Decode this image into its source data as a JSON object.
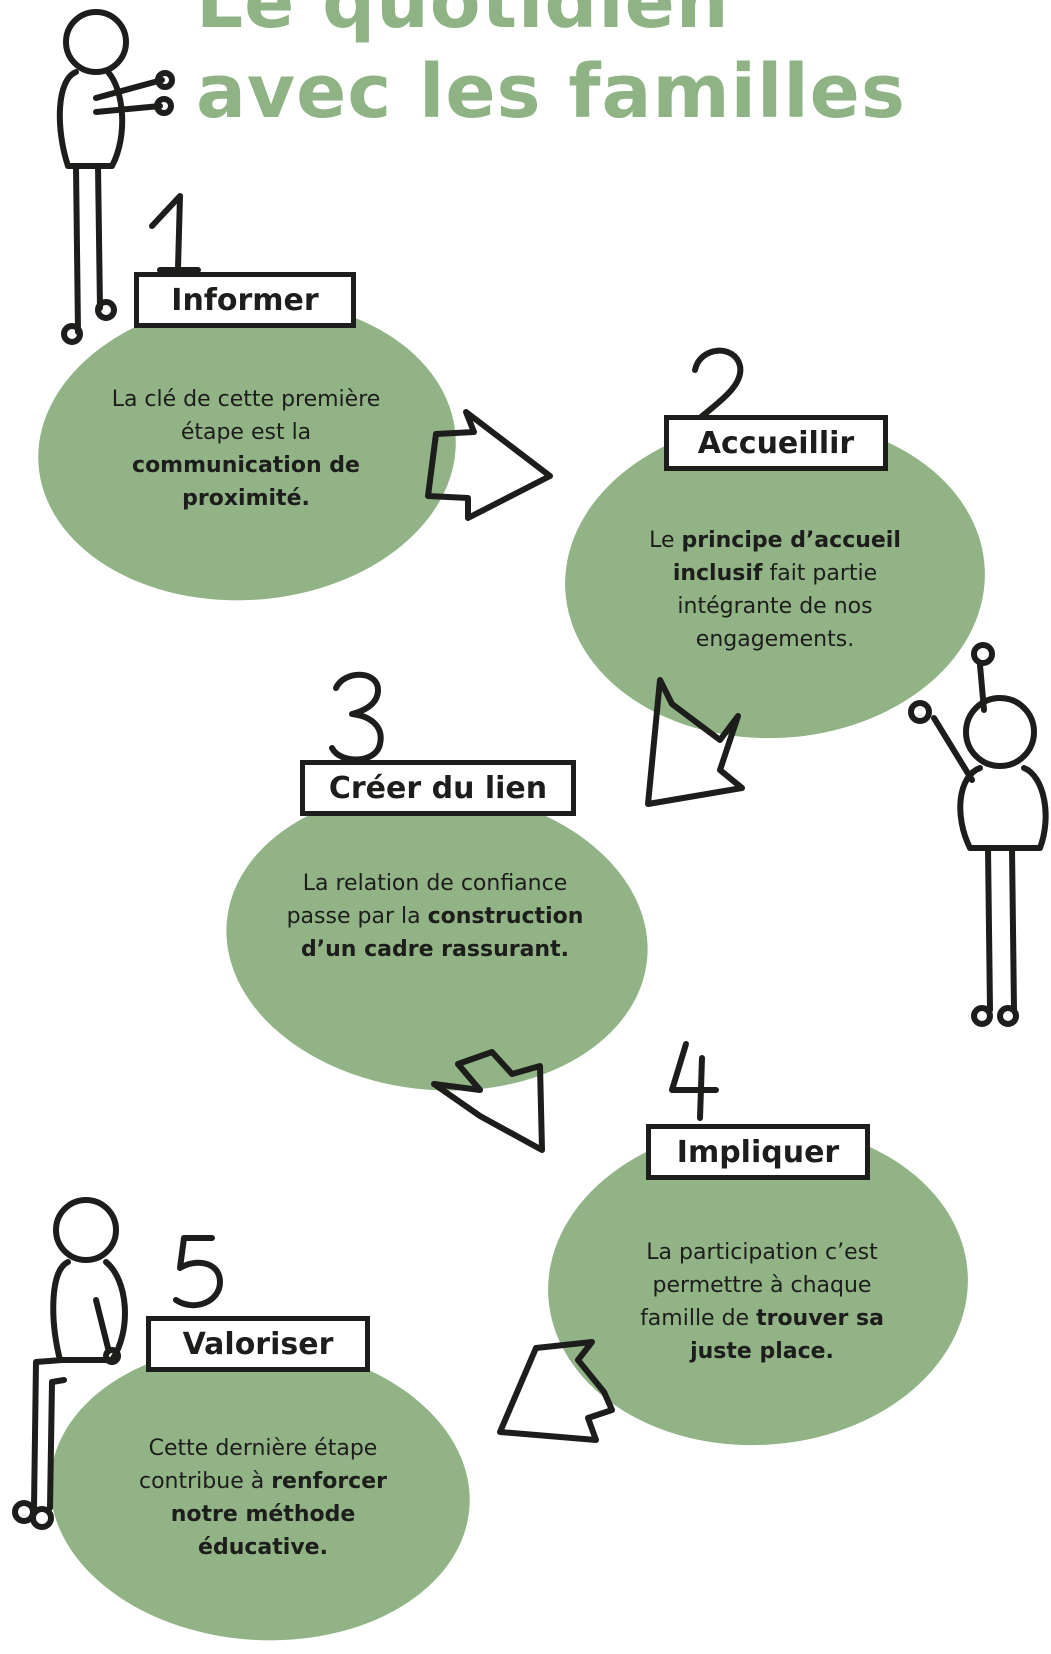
{
  "colors": {
    "title_green": "#8fb385",
    "blob_green": "#91b386",
    "ink": "#1d1d1b",
    "background": "#ffffff"
  },
  "title": {
    "line1": "Le quotidien",
    "line2": "avec les familles"
  },
  "steps": [
    {
      "number": "1",
      "label": "Informer",
      "text": [
        {
          "t": "La clé de cette ",
          "b": false
        },
        {
          "t": "première étape est la ",
          "b": false
        },
        {
          "t": "communication de proximité.",
          "b": true
        }
      ]
    },
    {
      "number": "2",
      "label": "Accueillir",
      "text": [
        {
          "t": "Le ",
          "b": false
        },
        {
          "t": "principe d’accueil inclusif",
          "b": true
        },
        {
          "t": " fait partie intégrante de nos engagements.",
          "b": false
        }
      ]
    },
    {
      "number": "3",
      "label": "Créer du lien",
      "text": [
        {
          "t": "La relation de confiance passe par la ",
          "b": false
        },
        {
          "t": "construction d’un cadre rassurant.",
          "b": true
        }
      ]
    },
    {
      "number": "4",
      "label": "Impliquer",
      "text": [
        {
          "t": "La participation c’est permettre à chaque famille de ",
          "b": false
        },
        {
          "t": "trouver sa juste place.",
          "b": true
        }
      ]
    },
    {
      "number": "5",
      "label": "Valoriser",
      "text": [
        {
          "t": "Cette dernière étape contribue à ",
          "b": false
        },
        {
          "t": "renforcer notre méthode",
          "b": true
        },
        {
          "t": " ",
          "b": false
        },
        {
          "t": "éducative.",
          "b": true
        }
      ]
    }
  ]
}
